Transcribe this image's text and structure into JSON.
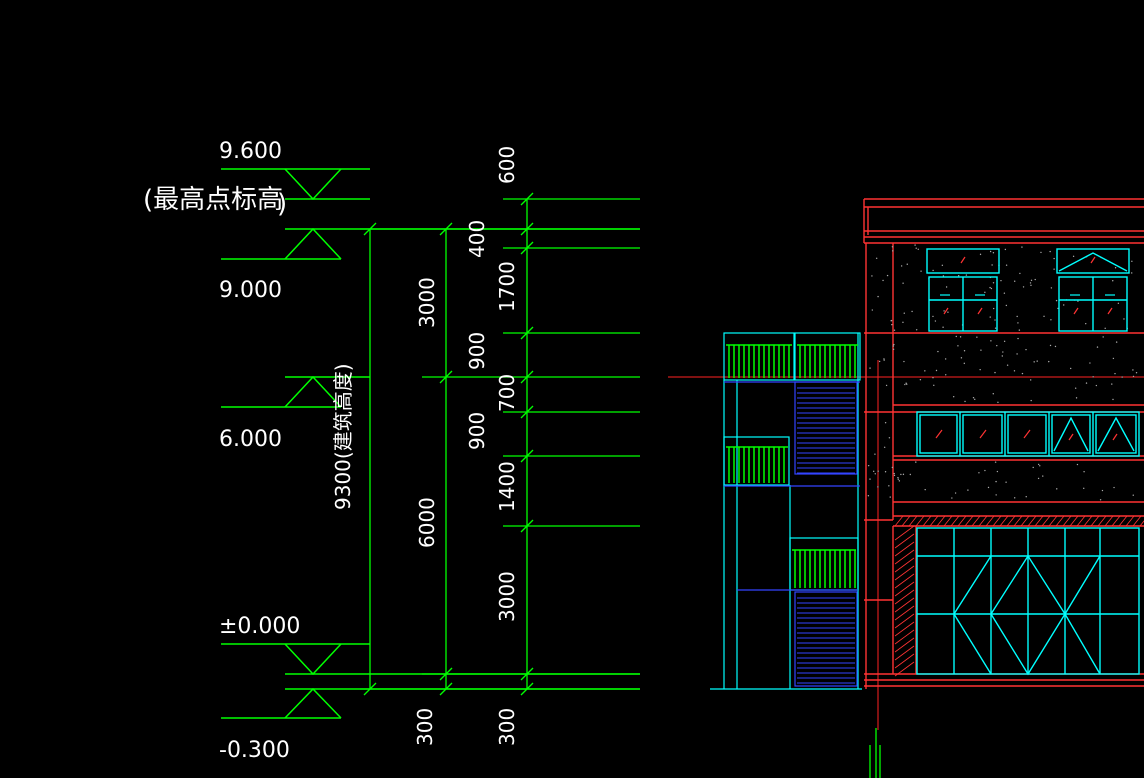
{
  "elevation_marks": [
    {
      "key": "top",
      "label": "9.600"
    },
    {
      "key": "roof",
      "label": "9.000"
    },
    {
      "key": "second",
      "label": "6.000"
    },
    {
      "key": "ground",
      "label": "±0.000"
    },
    {
      "key": "grade",
      "label": "-0.300"
    }
  ],
  "top_note": "(最高点标高",
  "top_note_close": ")",
  "total_height_label": "9300(建筑高度)",
  "dimension_column_1": [
    "3000",
    "6000",
    "300"
  ],
  "dimension_column_2": [
    "600",
    "400",
    "1700",
    "900",
    "700",
    "900",
    "1400",
    "3000",
    "300"
  ],
  "colors": {
    "dimension": "#00ff00",
    "wall": "#ff3333",
    "window": "#00ffff",
    "stair": "#3333ff",
    "railing": "#00ff00",
    "background": "#000000"
  }
}
